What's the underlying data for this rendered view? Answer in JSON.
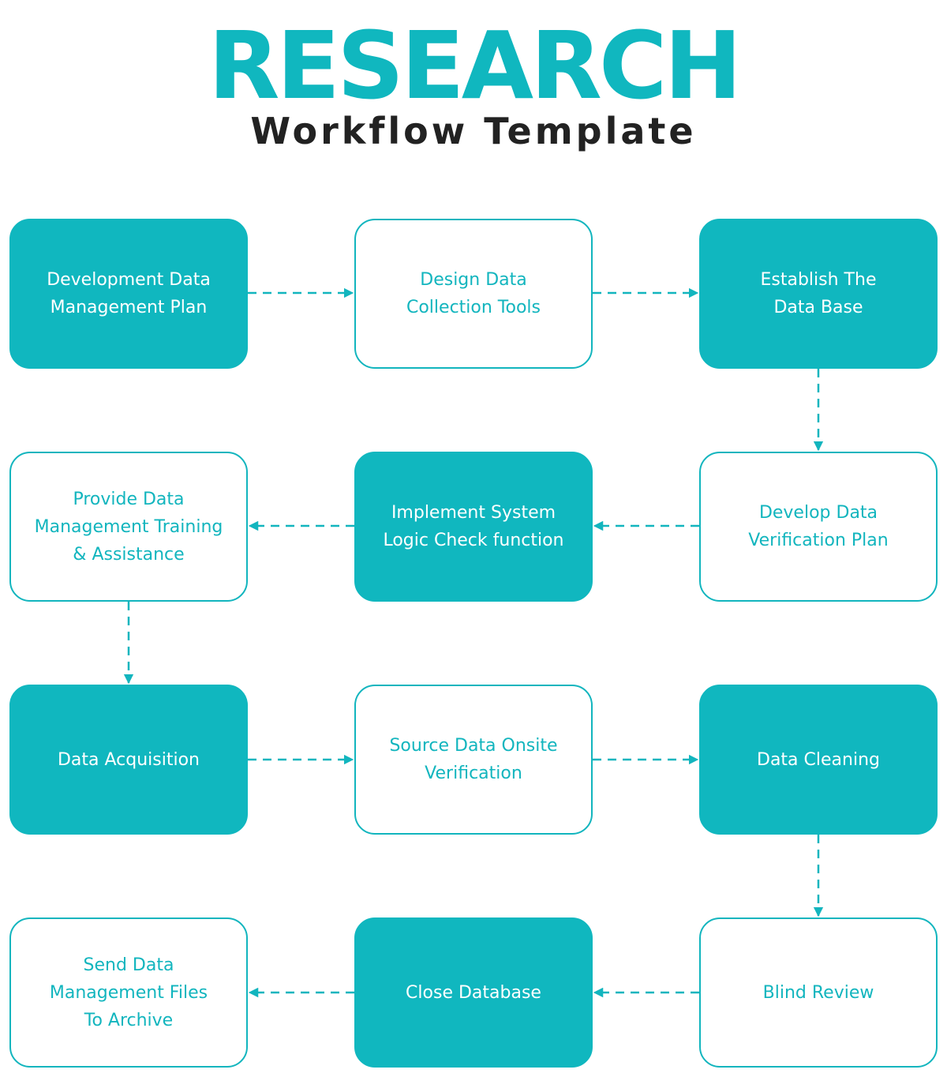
{
  "header": {
    "title": "RESEARCH",
    "subtitle": "Workflow Template"
  },
  "colors": {
    "accent": "#10b7bf",
    "text_dark": "#222222",
    "background": "#ffffff"
  },
  "steps": [
    {
      "label": "Development Data\nManagement Plan",
      "style": "filled"
    },
    {
      "label": "Design Data\nCollection Tools",
      "style": "outline"
    },
    {
      "label": "Establish The\nData Base",
      "style": "filled"
    },
    {
      "label": "Develop Data\nVerification Plan",
      "style": "outline"
    },
    {
      "label": "Implement System\nLogic Check function",
      "style": "filled"
    },
    {
      "label": "Provide Data\nManagement Training\n& Assistance",
      "style": "outline"
    },
    {
      "label": "Data Acquisition",
      "style": "filled"
    },
    {
      "label": "Source Data Onsite\nVerification",
      "style": "outline"
    },
    {
      "label": "Data Cleaning",
      "style": "filled"
    },
    {
      "label": "Blind Review",
      "style": "outline"
    },
    {
      "label": "Close Database",
      "style": "filled"
    },
    {
      "label": "Send Data\nManagement Files\nTo Archive",
      "style": "outline"
    }
  ],
  "connectors": [
    {
      "from": 0,
      "to": 1,
      "line_style": "dashed",
      "head": "arrow"
    },
    {
      "from": 1,
      "to": 2,
      "line_style": "dashed",
      "head": "arrow"
    },
    {
      "from": 2,
      "to": 3,
      "line_style": "dashed",
      "head": "arrow"
    },
    {
      "from": 3,
      "to": 4,
      "line_style": "dashed",
      "head": "arrow"
    },
    {
      "from": 4,
      "to": 5,
      "line_style": "dashed",
      "head": "arrow"
    },
    {
      "from": 5,
      "to": 6,
      "line_style": "dashed",
      "head": "arrow"
    },
    {
      "from": 6,
      "to": 7,
      "line_style": "dashed",
      "head": "arrow"
    },
    {
      "from": 7,
      "to": 8,
      "line_style": "dashed",
      "head": "arrow"
    },
    {
      "from": 8,
      "to": 9,
      "line_style": "dashed",
      "head": "arrow"
    },
    {
      "from": 9,
      "to": 10,
      "line_style": "dashed",
      "head": "arrow"
    },
    {
      "from": 10,
      "to": 11,
      "line_style": "dashed",
      "head": "arrow"
    }
  ]
}
